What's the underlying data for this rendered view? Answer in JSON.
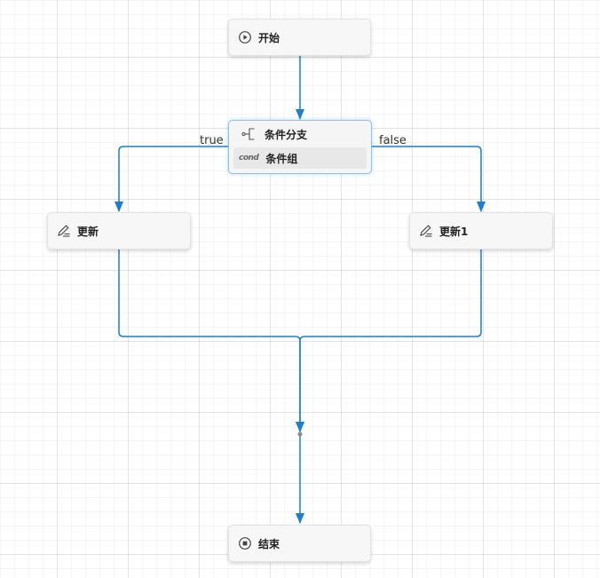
{
  "nodes": {
    "start": {
      "label": "开始",
      "icon": "play-circle-icon"
    },
    "condition": {
      "label": "条件分支",
      "icon": "branch-icon",
      "item": {
        "tag": "cond",
        "label": "条件组"
      }
    },
    "update": {
      "label": "更新",
      "icon": "edit-icon"
    },
    "update1": {
      "label": "更新1",
      "icon": "edit-icon"
    },
    "end": {
      "label": "结束",
      "icon": "stop-circle-icon"
    }
  },
  "edges": {
    "true_label": "true",
    "false_label": "false"
  },
  "colors": {
    "edge": "#1a7fd0",
    "node_border": "#e2e2e2",
    "condition_border": "#88c3ec"
  }
}
